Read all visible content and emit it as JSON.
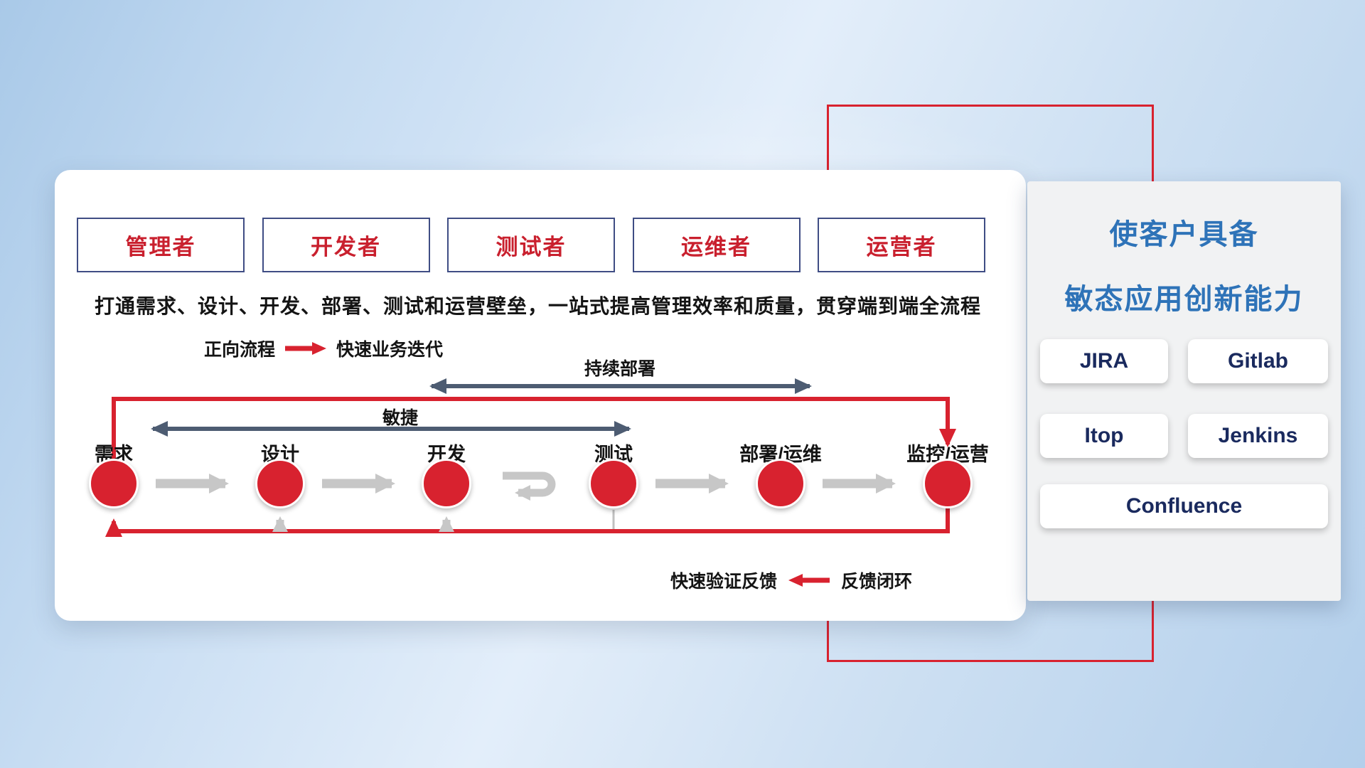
{
  "diagram": {
    "roles": [
      "管理者",
      "开发者",
      "测试者",
      "运维者",
      "运营者"
    ],
    "description": "打通需求、设计、开发、部署、测试和运营壁垒，一站式提高管理效率和质量，贯穿端到端全流程",
    "legend": {
      "forward_label": "正向流程",
      "forward_value": "快速业务迭代",
      "feedback_value": "快速验证反馈",
      "feedback_label": "反馈闭环"
    },
    "flow": {
      "continuous_deploy_label": "持续部署",
      "agile_label": "敏捷",
      "stages": [
        "需求",
        "设计",
        "开发",
        "测试",
        "部署/运维",
        "监控/运营"
      ]
    }
  },
  "panel": {
    "title_line1": "使客户具备",
    "title_line2": "敏态应用创新能力",
    "tools": [
      "JIRA",
      "Gitlab",
      "Itop",
      "Jenkins",
      "Confluence"
    ]
  },
  "colors": {
    "accent_red": "#d8222f",
    "role_border_navy": "#3f4d84",
    "role_text_red": "#c9202e",
    "range_arrow_dark": "#4d5c72",
    "flow_arrow_gray": "#c7c7c7",
    "panel_title_blue": "#2e73b8",
    "tool_text_navy": "#1a2a5e"
  }
}
